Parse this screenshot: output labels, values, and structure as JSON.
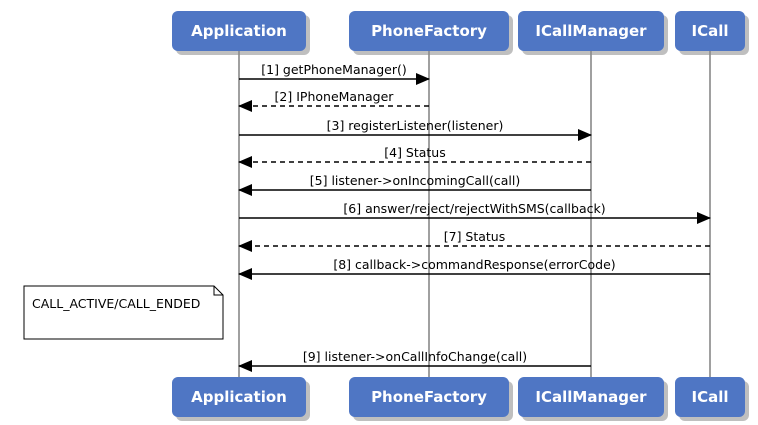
{
  "participants": [
    {
      "id": "app",
      "label": "Application"
    },
    {
      "id": "pf",
      "label": "PhoneFactory"
    },
    {
      "id": "icm",
      "label": "ICallManager"
    },
    {
      "id": "ic",
      "label": "ICall"
    }
  ],
  "messages": [
    {
      "label": "[1] getPhoneManager()",
      "from": "app",
      "to": "pf",
      "style": "solid"
    },
    {
      "label": "[2] IPhoneManager",
      "from": "pf",
      "to": "app",
      "style": "dashed"
    },
    {
      "label": "[3] registerListener(listener)",
      "from": "app",
      "to": "icm",
      "style": "solid"
    },
    {
      "label": "[4] Status",
      "from": "icm",
      "to": "app",
      "style": "dashed"
    },
    {
      "label": "[5] listener->onIncomingCall(call)",
      "from": "icm",
      "to": "app",
      "style": "solid"
    },
    {
      "label": "[6] answer/reject/rejectWithSMS(callback)",
      "from": "app",
      "to": "ic",
      "style": "solid"
    },
    {
      "label": "[7] Status",
      "from": "ic",
      "to": "app",
      "style": "dashed"
    },
    {
      "label": "[8] callback->commandResponse(errorCode)",
      "from": "ic",
      "to": "app",
      "style": "solid"
    },
    {
      "label": "[9] listener->onCallInfoChange(call)",
      "from": "icm",
      "to": "app",
      "style": "solid"
    }
  ],
  "note": {
    "label": "CALL_ACTIVE/CALL_ENDED"
  },
  "colors": {
    "actor_fill": "#4f76c4",
    "actor_shadow": "#8a8a8a",
    "lifeline": "#808080",
    "arrow": "#000000",
    "note_border": "#000000"
  }
}
